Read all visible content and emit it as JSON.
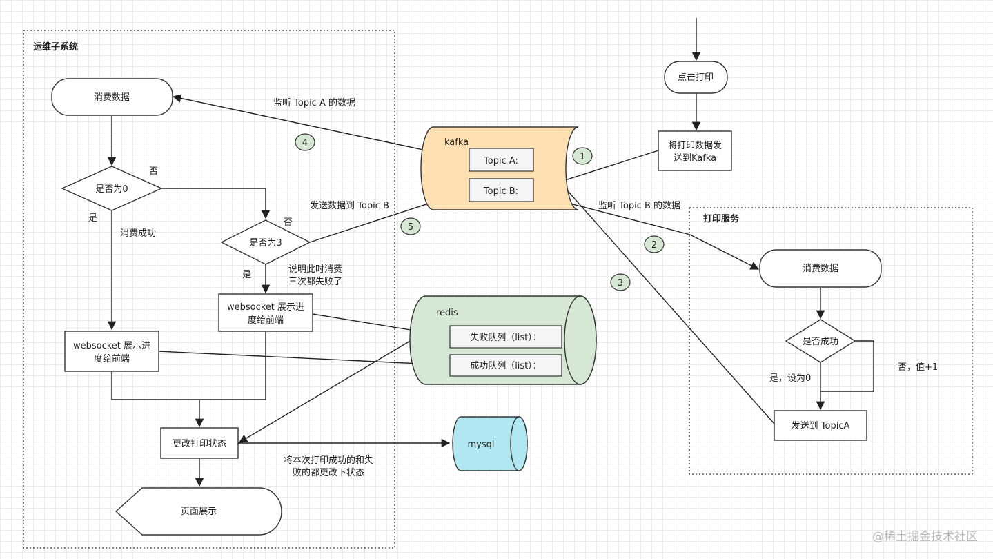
{
  "groups": {
    "ops": "运维子系统",
    "print_service": "打印服务"
  },
  "nodes": {
    "consume_ops": "消费数据",
    "is_zero": "是否为0",
    "is_three": "是否为3",
    "ws_left_1": "websocket 展示进",
    "ws_left_2": "度给前端",
    "ws_right_1": "websocket 展示进",
    "ws_right_2": "度给前端",
    "update_status": "更改打印状态",
    "page_display": "页面展示",
    "click_print": "点击打印",
    "send_kafka_1": "将打印数据发",
    "send_kafka_2": "送到Kafka",
    "consume_print": "消费数据",
    "is_success": "是否成功",
    "send_topic_a": "发送到 TopicA"
  },
  "stores": {
    "kafka": {
      "name": "kafka",
      "topic_a": "Topic A:",
      "topic_b": "Topic B:",
      "color": "#ffe0b3"
    },
    "redis": {
      "name": "redis",
      "fail_list": "失败队列（list）：",
      "success_list": "成功队列（list）：",
      "color": "#d5e8d4"
    },
    "mysql": {
      "name": "mysql",
      "color": "#b1e7f0"
    }
  },
  "edge_labels": {
    "listen_a": "监听 Topic A 的数据",
    "no_1": "否",
    "yes_1": "是",
    "consume_ok": "消费成功",
    "no_2": "否",
    "yes_2": "是",
    "fail_note_1": "说明此时消费",
    "fail_note_2": "三次都失败了",
    "send_to_b": "发送数据到 Topic B",
    "listen_b": "监听 Topic B 的数据",
    "yes_set0": "是，设为0",
    "no_inc": "否，值+1",
    "mysql_note_1": "将本次打印成功的和失",
    "mysql_note_2": "败的都更改下状态"
  },
  "step_badges": [
    "1",
    "2",
    "3",
    "4",
    "5"
  ],
  "badge_color": "#d5e8d4",
  "watermark": "@稀土掘金技术社区"
}
